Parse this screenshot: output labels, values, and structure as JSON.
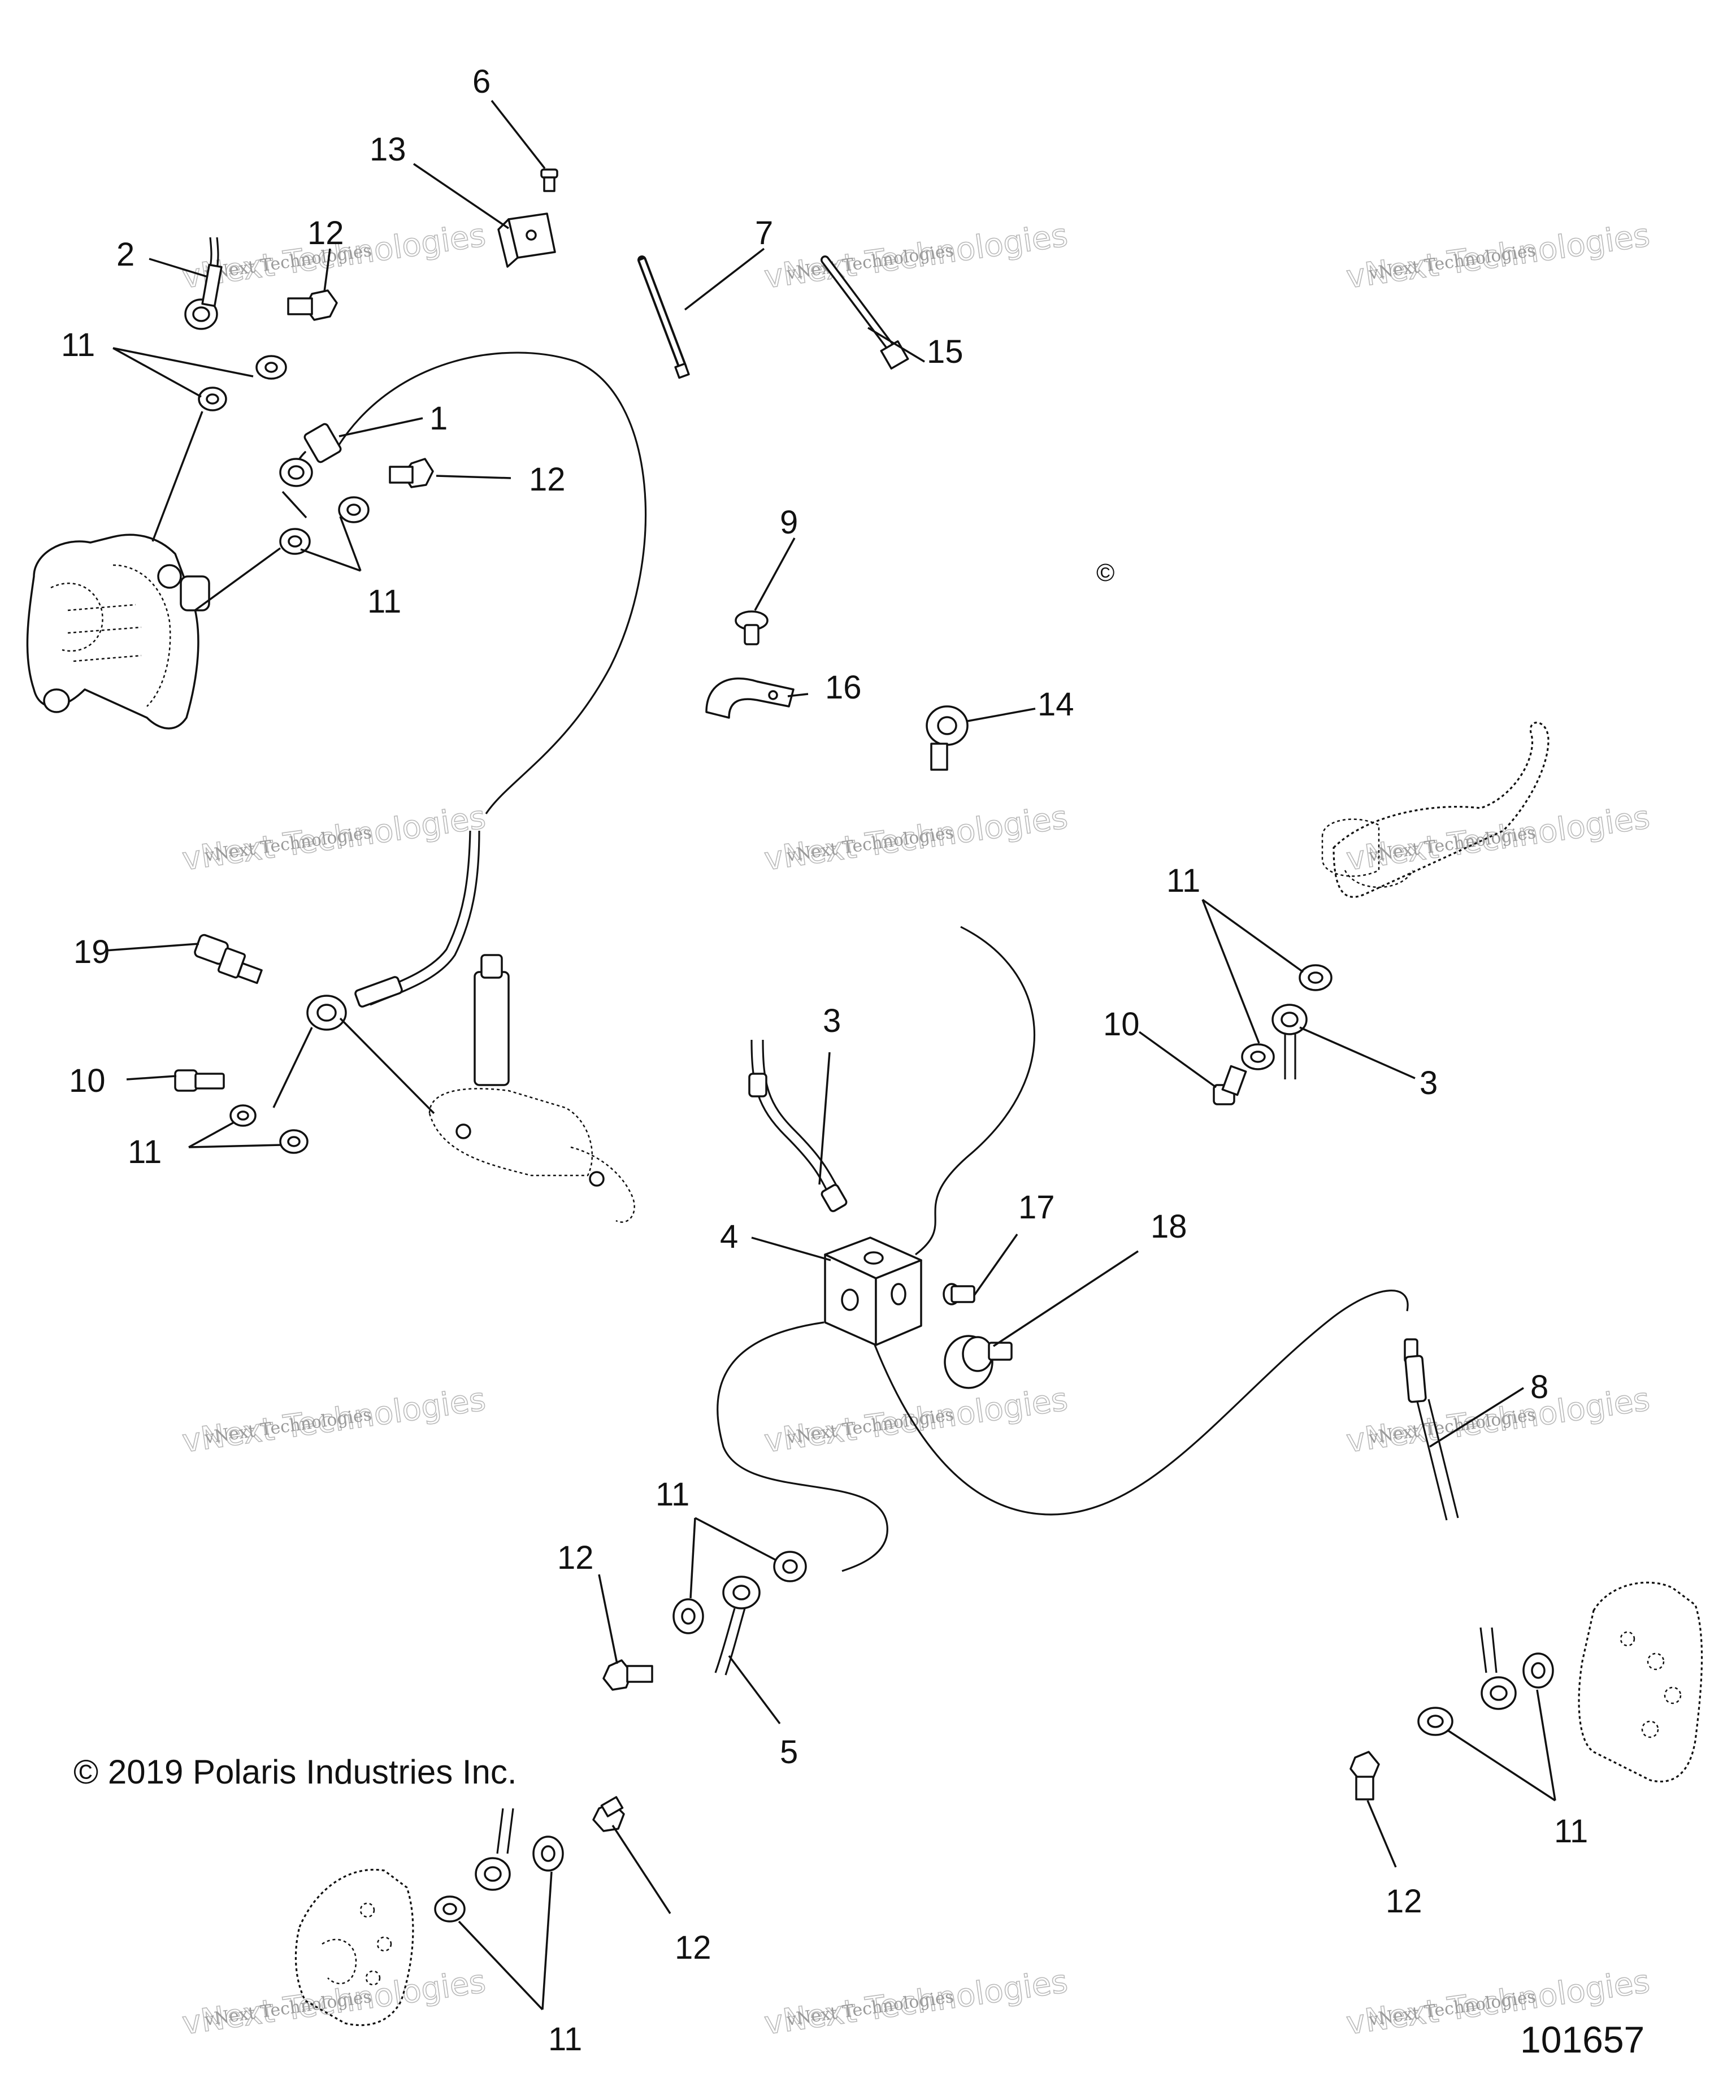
{
  "copyright": "© 2019 Polaris Industries Inc.",
  "figure_number": "101657",
  "copyright_mark": "©",
  "watermark": {
    "line1": "vNext Technologies",
    "line2": "vNext Technologies"
  },
  "callouts": {
    "c1": "1",
    "c2": "2",
    "c3a": "3",
    "c3b": "3",
    "c4": "4",
    "c5": "5",
    "c6": "6",
    "c7": "7",
    "c8": "8",
    "c9": "9",
    "c10a": "10",
    "c10b": "10",
    "c11a": "11",
    "c11b": "11",
    "c11c": "11",
    "c11d": "11",
    "c11e": "11",
    "c11f": "11",
    "c11g": "11",
    "c12a": "12",
    "c12b": "12",
    "c12c": "12",
    "c12d": "12",
    "c12e": "12",
    "c13": "13",
    "c14": "14",
    "c15": "15",
    "c16": "16",
    "c17": "17",
    "c18": "18",
    "c19": "19"
  }
}
